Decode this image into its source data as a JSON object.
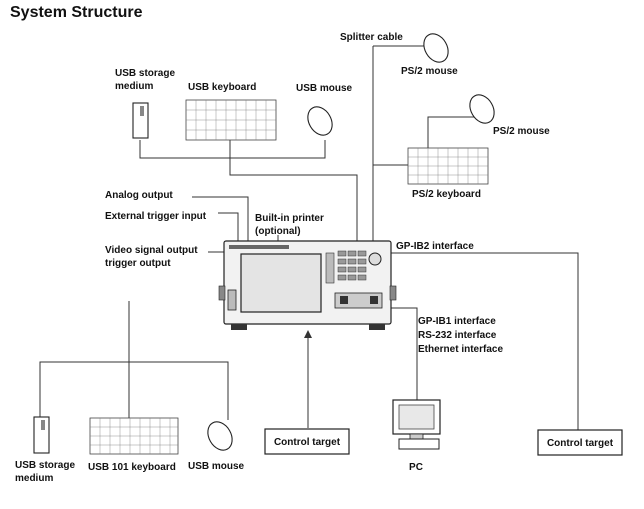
{
  "title": "System Structure",
  "labels": {
    "splitter_cable": "Splitter cable",
    "ps2_mouse_top": "PS/2 mouse",
    "ps2_mouse_mid": "PS/2 mouse",
    "ps2_keyboard": "PS/2 keyboard",
    "usb_storage_top_1": "USB storage",
    "usb_storage_top_2": "medium",
    "usb_keyboard_top": "USB keyboard",
    "usb_mouse_top": "USB mouse",
    "analog_output": "Analog output",
    "external_trigger_input": "External trigger input",
    "builtin_printer_1": "Built-in printer",
    "builtin_printer_2": "(optional)",
    "video_signal_output": "Video signal output",
    "trigger_output": "trigger output",
    "gpib2": "GP-IB2 interface",
    "gpib1": "GP-IB1 interface",
    "rs232": "RS-232 interface",
    "ethernet": "Ethernet interface",
    "usb_storage_bottom_1": "USB storage",
    "usb_storage_bottom_2": "medium",
    "usb_101_keyboard": "USB 101 keyboard",
    "usb_mouse_bottom": "USB mouse",
    "control_target_left": "Control target",
    "control_target_right": "Control target",
    "pc": "PC"
  }
}
